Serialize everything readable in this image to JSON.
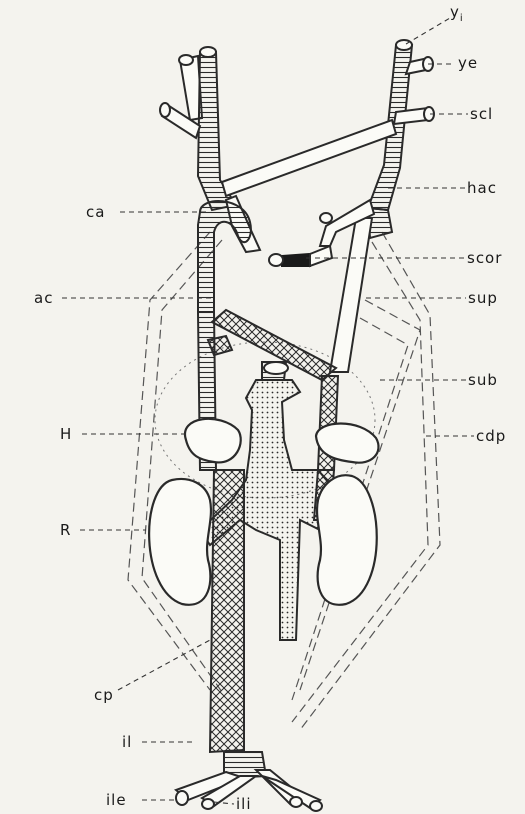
{
  "labels": {
    "yi_main": "y",
    "yi_sub": "i",
    "ye": "ye",
    "scl": "scl",
    "hac": "hac",
    "ca": "ca",
    "scor": "scor",
    "ac": "ac",
    "sup": "sup",
    "sub": "sub",
    "H": "H",
    "cdp": "cdp",
    "R": "R",
    "cp": "cp",
    "il": "il",
    "ile": "ile",
    "ili": "ili"
  }
}
